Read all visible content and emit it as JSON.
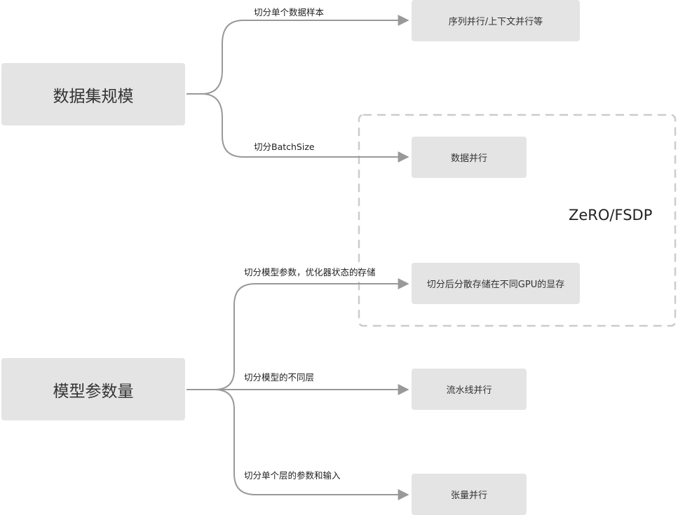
{
  "roots": {
    "dataset": "数据集规模",
    "params": "模型参数量"
  },
  "leaves": {
    "sequence": "序列并行/上下文并行等",
    "data": "数据并行",
    "sharded": "切分后分散存储在不同GPU的显存",
    "pipeline": "流水线并行",
    "tensor": "张量并行"
  },
  "edges": {
    "split_sample": "切分单个数据样本",
    "split_batch": "切分BatchSize",
    "split_params_opt": "切分模型参数，优化器状态的存储",
    "split_layers": "切分模型的不同层",
    "split_layer_io": "切分单个层的参数和输入"
  },
  "group": {
    "label": "ZeRO/FSDP"
  },
  "colors": {
    "box_fill": "#e4e4e4",
    "connector": "#999999",
    "dashed_border": "#cccccc",
    "text": "#222222"
  }
}
